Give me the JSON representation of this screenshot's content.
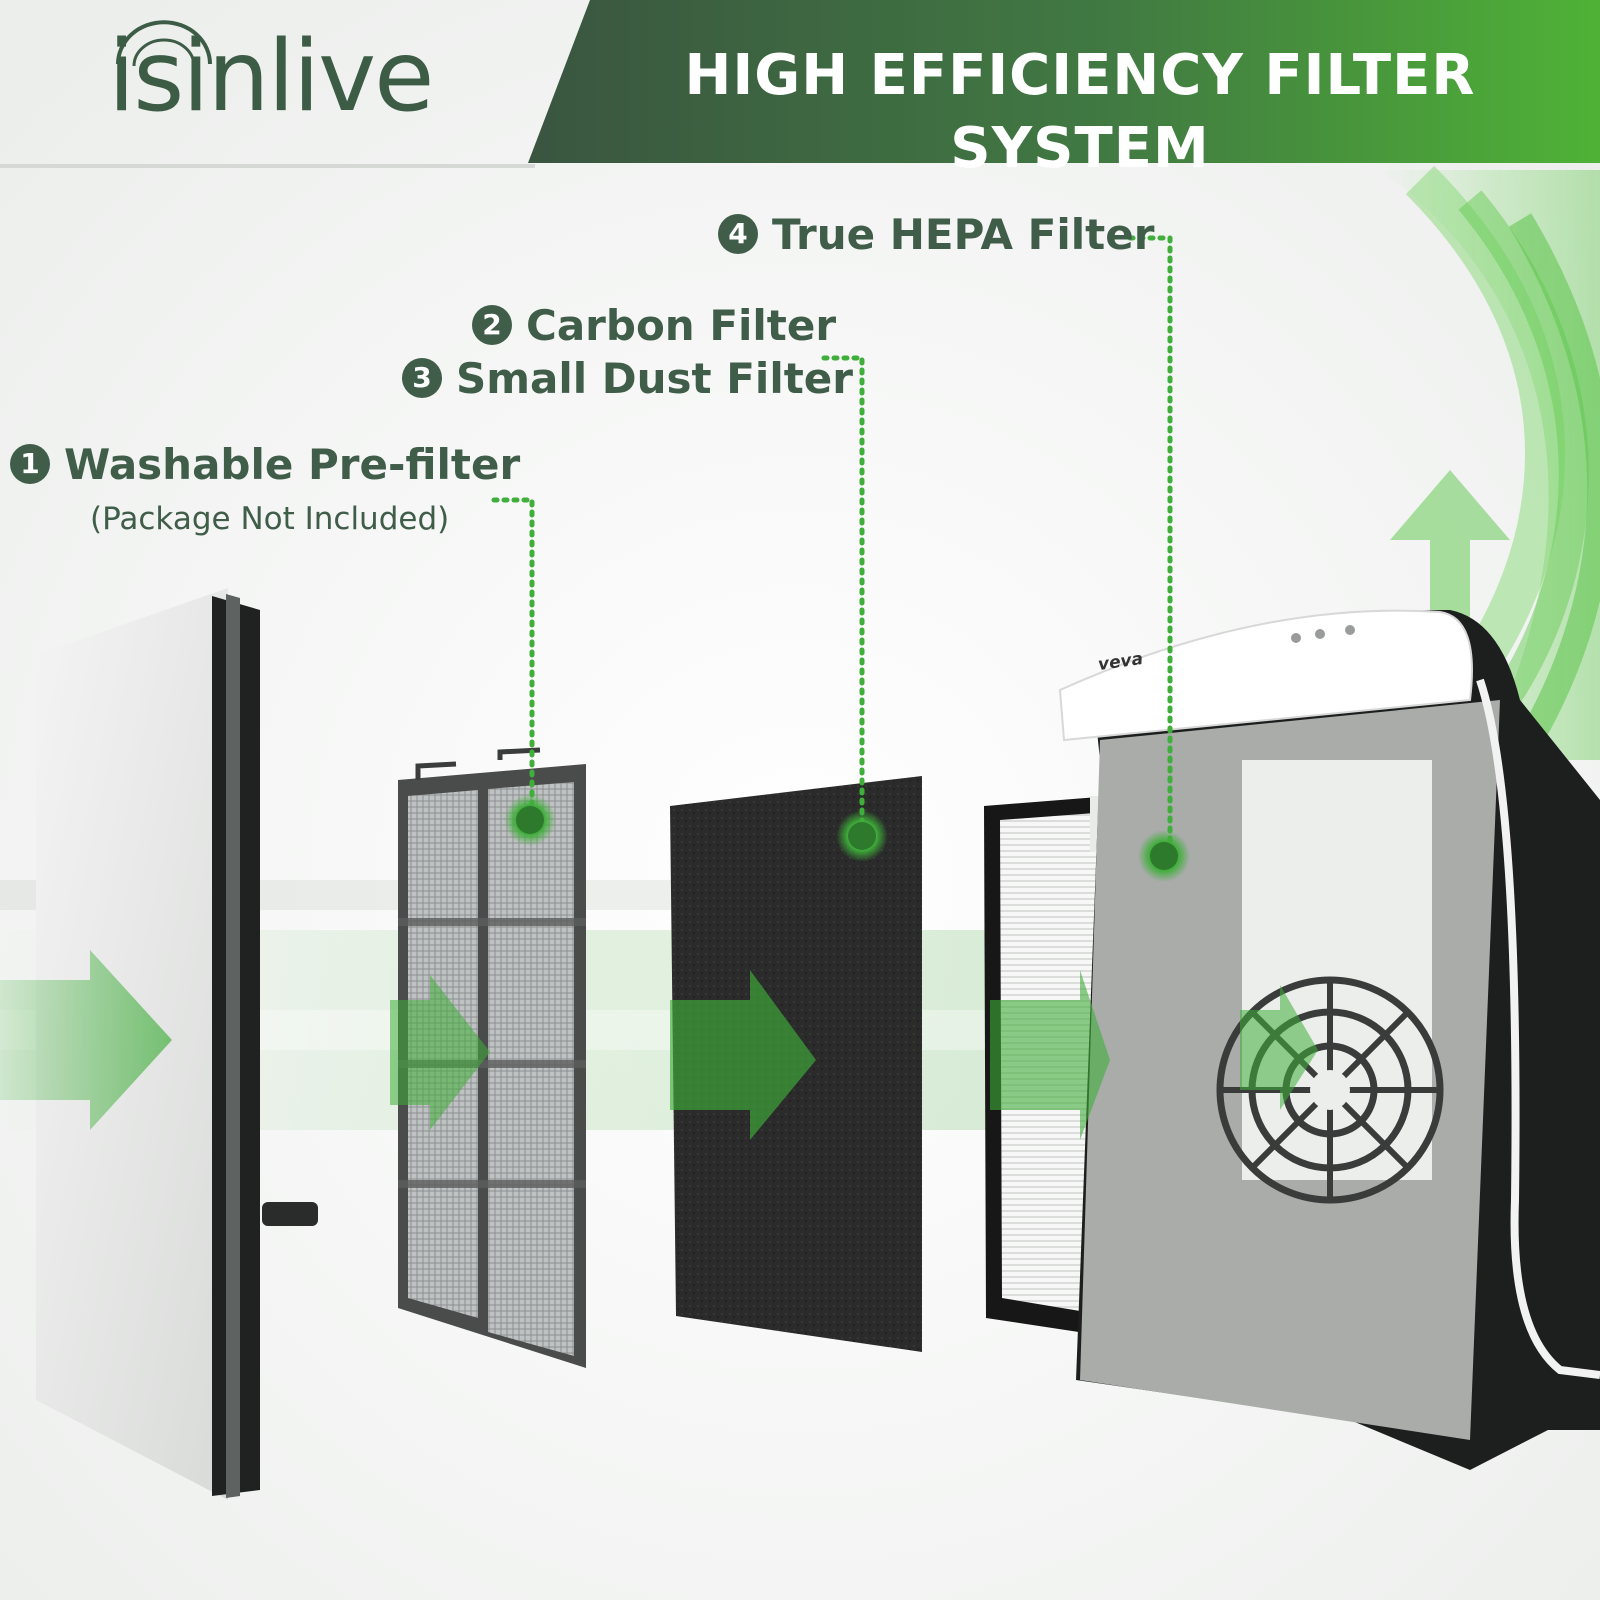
{
  "brand": {
    "name": "isinlive"
  },
  "banner": {
    "title": "HIGH EFFICIENCY FILTER SYSTEM"
  },
  "device": {
    "brand_text": "veva"
  },
  "filters": [
    {
      "number": "1",
      "name": "Washable Pre-filter",
      "note": "(Package Not Included)"
    },
    {
      "number": "2",
      "name": "Carbon Filter"
    },
    {
      "number": "3",
      "name": "Small Dust Filter"
    },
    {
      "number": "4",
      "name": "True HEPA Filter"
    }
  ],
  "colors": {
    "brand_dark_green": "#3f5d49",
    "banner_start": "#3a5540",
    "banner_end": "#4caf34",
    "accent_green": "#3fae3a"
  }
}
